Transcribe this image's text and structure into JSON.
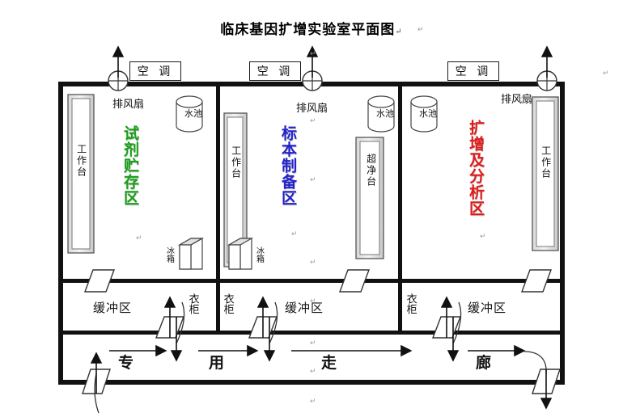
{
  "page": {
    "title": "临床基因扩增实验室平面图",
    "pilcrow": "↵"
  },
  "colors": {
    "zone_reagent": "#18a018",
    "zone_specimen": "#2222cc",
    "zone_amplify": "#e01b1b",
    "wall": "#111111",
    "paper": "#ffffff"
  },
  "hvac": {
    "ac_label": "空 调",
    "ac_units": [
      {
        "label": "空 调"
      },
      {
        "label": "空 调"
      },
      {
        "label": "空 调"
      }
    ],
    "fan_label": "排风扇",
    "exhaust_fans": [
      {
        "label": "排风扇"
      },
      {
        "label": "排风扇"
      },
      {
        "label": "排风扇"
      }
    ]
  },
  "rooms": [
    {
      "id": "reagent-storage",
      "zone_label": "试剂贮存区",
      "zone_color": "#18a018",
      "bench_label": "工作台",
      "sink_label": "水池",
      "fridge_label": "冰箱",
      "buffer_label": "缓冲区",
      "closet_label": "衣柜"
    },
    {
      "id": "specimen-prep",
      "zone_label": "标本制备区",
      "zone_color": "#2222cc",
      "bench_label": "工作台",
      "clean_bench_label": "超净台",
      "sink_label": "水池",
      "fridge_label": "冰箱",
      "buffer_label": "缓冲区",
      "closet_label": "衣柜"
    },
    {
      "id": "amplification-analysis",
      "zone_label": "扩增及分析区",
      "zone_color": "#e01b1b",
      "bench_label": "工作台",
      "sink_label": "水池",
      "buffer_label": "缓冲区",
      "closet_label": "衣柜"
    }
  ],
  "corridor": {
    "chars": [
      "专",
      "用",
      "走",
      "廊"
    ],
    "full_text": "专用走廊"
  },
  "edit_marks": {
    "symbol": "↵"
  }
}
